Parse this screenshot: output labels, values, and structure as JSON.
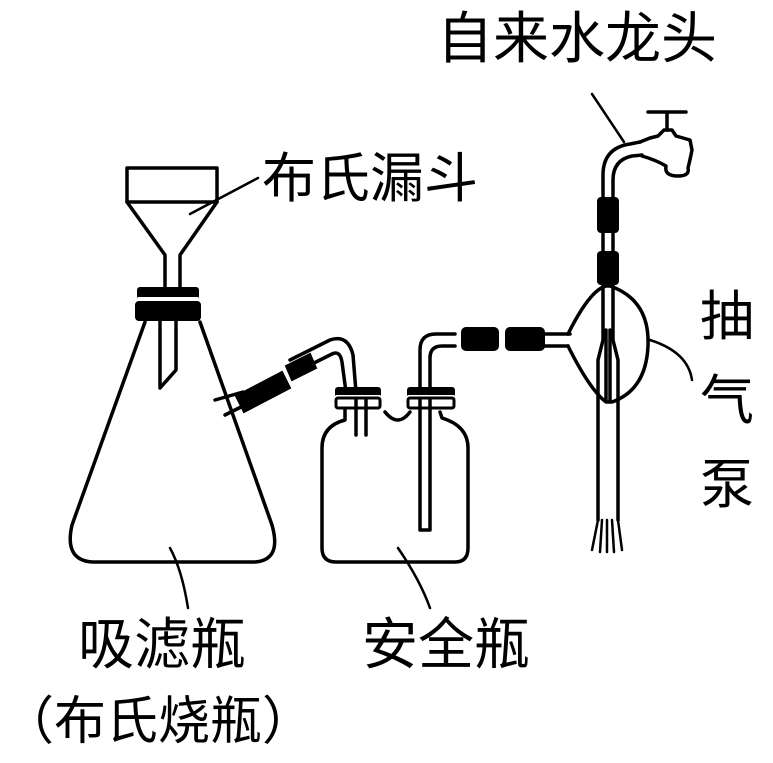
{
  "labels": {
    "faucet": "自来水龙头",
    "buchner_funnel": "布氏漏斗",
    "pump_char1": "抽",
    "pump_char2": "气",
    "pump_char3": "泵",
    "suction_flask": "吸滤瓶",
    "suction_flask_alt": "（布氏烧瓶）",
    "safety_bottle": "安全瓶"
  },
  "colors": {
    "stroke": "#000000",
    "background": "#ffffff",
    "rubber": "#000000"
  }
}
